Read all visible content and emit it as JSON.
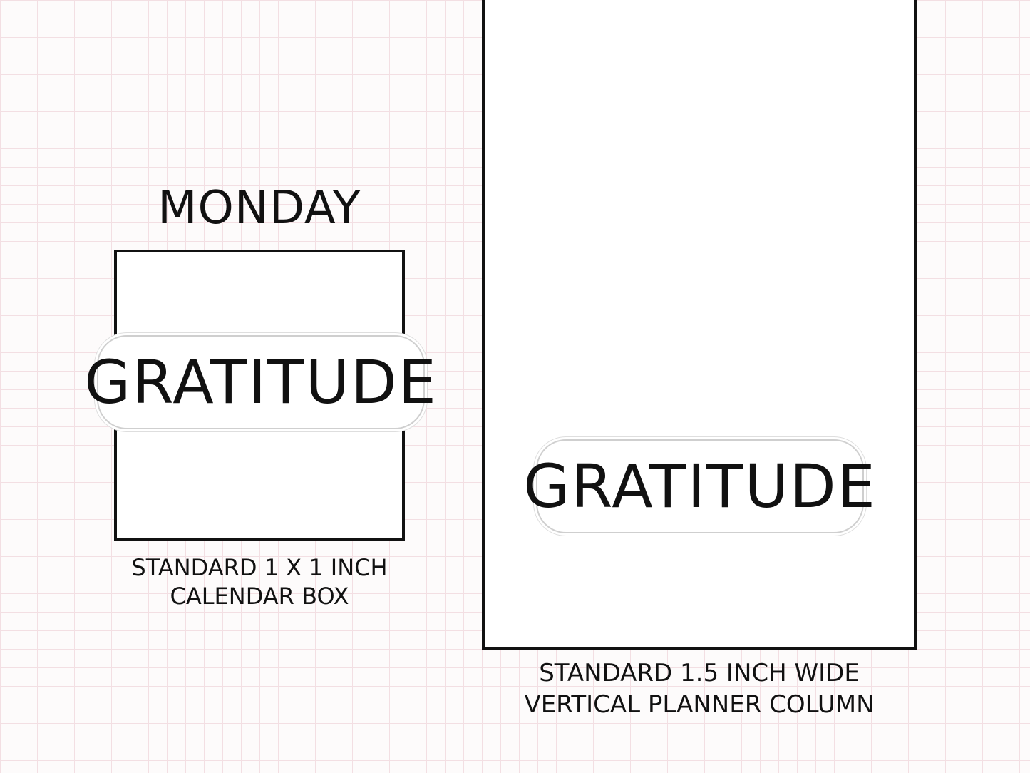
{
  "background": {
    "grid_color": "#f3dfe3",
    "paper_color": "#fdfbfb"
  },
  "calendar_example": {
    "day_label": "MONDAY",
    "sticker_text": "GRATITUDE",
    "caption_line1": "STANDARD 1 X 1 INCH",
    "caption_line2": "CALENDAR BOX"
  },
  "planner_example": {
    "sticker_text": "GRATITUDE",
    "caption_line1": "STANDARD 1.5 INCH WIDE",
    "caption_line2": "VERTICAL PLANNER COLUMN"
  },
  "colors": {
    "ink": "#111111",
    "sticker_fill": "#ffffff",
    "sticker_outline": "#cfcfcf"
  }
}
